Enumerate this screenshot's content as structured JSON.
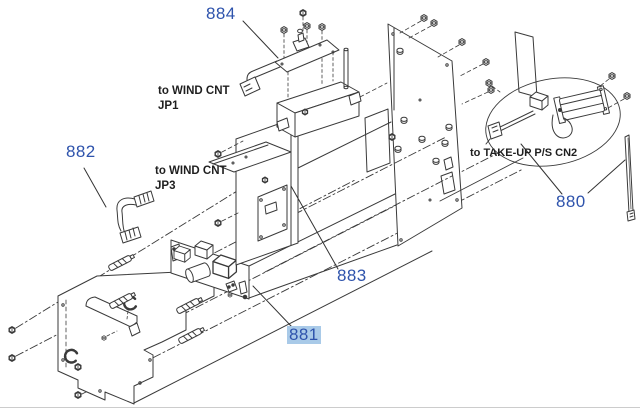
{
  "document": {
    "kind": "exploded parts diagram"
  },
  "colors": {
    "label_blue": "#2e53ac",
    "highlight_bg": "#a9cae8",
    "line_dark": "#3a3a3a",
    "background": "#ffffff"
  },
  "parts": {
    "p884": {
      "label": "884",
      "highlighted": false
    },
    "p882": {
      "label": "882",
      "highlighted": false
    },
    "p883": {
      "label": "883",
      "highlighted": false
    },
    "p881": {
      "label": "881",
      "highlighted": true
    },
    "p880": {
      "label": "880",
      "highlighted": false
    }
  },
  "annotations": {
    "jp1": {
      "line1": "to WIND CNT",
      "line2": "JP1"
    },
    "jp3": {
      "line1": "to WIND CNT",
      "line2": "JP3"
    },
    "cn2": {
      "text": "to TAKE-UP P/S CN2"
    }
  }
}
